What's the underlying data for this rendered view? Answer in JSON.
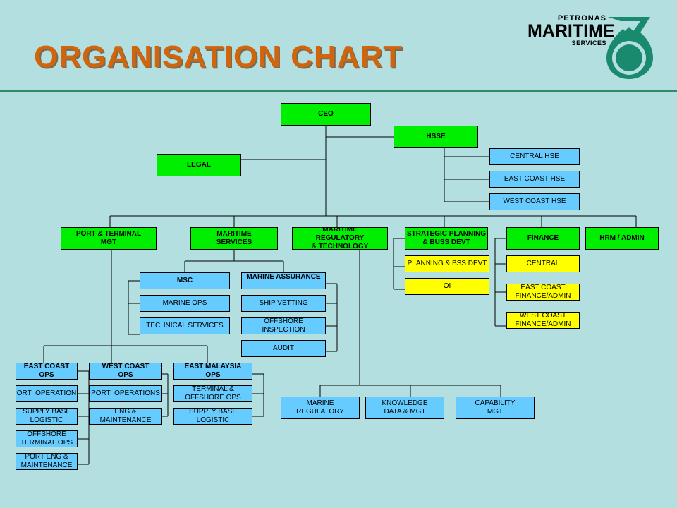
{
  "header": {
    "title": "ORGANISATION CHART",
    "logo_line1": "PETRONAS",
    "logo_line2": "MARITIME",
    "logo_line3": "SERVICES"
  },
  "colors": {
    "background": "#b3dfe1",
    "title": "#d2650a",
    "divider": "#2e8b6a",
    "green_box": "#00ee00",
    "blue_box": "#66ccff",
    "yellow_box": "#ffff00",
    "logo": "#1a8a6e"
  },
  "nodes": {
    "ceo": "CEO",
    "hsse": "HSSE",
    "legal": "LEGAL",
    "central_hse": "CENTRAL HSE",
    "east_coast_hse": "EAST COAST HSE",
    "west_coast_hse": "WEST COAST HSE",
    "port_terminal": "PORT & TERMINAL\nMGT",
    "maritime_services": "MARITIME\nSERVICES",
    "maritime_regulatory": "MARITIME\nREGULATORY\n& TECHNOLOGY",
    "strategic_planning": "STRATEGIC PLANNING\n& BUSS DEVT",
    "finance": "FINANCE",
    "hrm_admin": "HRM / ADMIN",
    "planning_bss": "PLANNING & BSS DEVT",
    "oi": "OI",
    "central": "CENTRAL",
    "east_coast_finance": "EAST COAST\nFINANCE/ADMIN",
    "west_coast_finance": "WEST COAST\nFINANCE/ADMIN",
    "msc": "MSC",
    "marine_ops": "MARINE OPS",
    "technical_services": "TECHNICAL SERVICES",
    "marine_assurance": "MARINE ASSURANCE",
    "ship_vetting": "SHIP VETTING",
    "offshore_inspection": "OFFSHORE\nINSPECTION",
    "audit": "AUDIT",
    "east_coast_ops": "EAST COAST\nOPS",
    "west_coast_ops": "WEST COAST\nOPS",
    "east_malaysia_ops": "EAST MALAYSIA\nOPS",
    "ec_port_operations": "PORT  OPERATIONS",
    "ec_supply_base": "SUPPLY BASE\nLOGISTIC",
    "ec_offshore_terminal": "OFFSHORE\nTERMINAL OPS",
    "ec_port_eng": "PORT ENG &\nMAINTENANCE",
    "wc_port_operations": "PORT  OPERATIONS",
    "wc_eng_maintenance": "ENG &\nMAINTENANCE",
    "em_terminal_offshore": "TERMINAL &\nOFFSHORE OPS",
    "em_supply_base": "SUPPLY BASE\nLOGISTIC",
    "marine_regulatory": "MARINE\nREGULATORY",
    "knowledge_data": "KNOWLEDGE\nDATA & MGT",
    "capability_mgt": "CAPABILITY\nMGT"
  }
}
